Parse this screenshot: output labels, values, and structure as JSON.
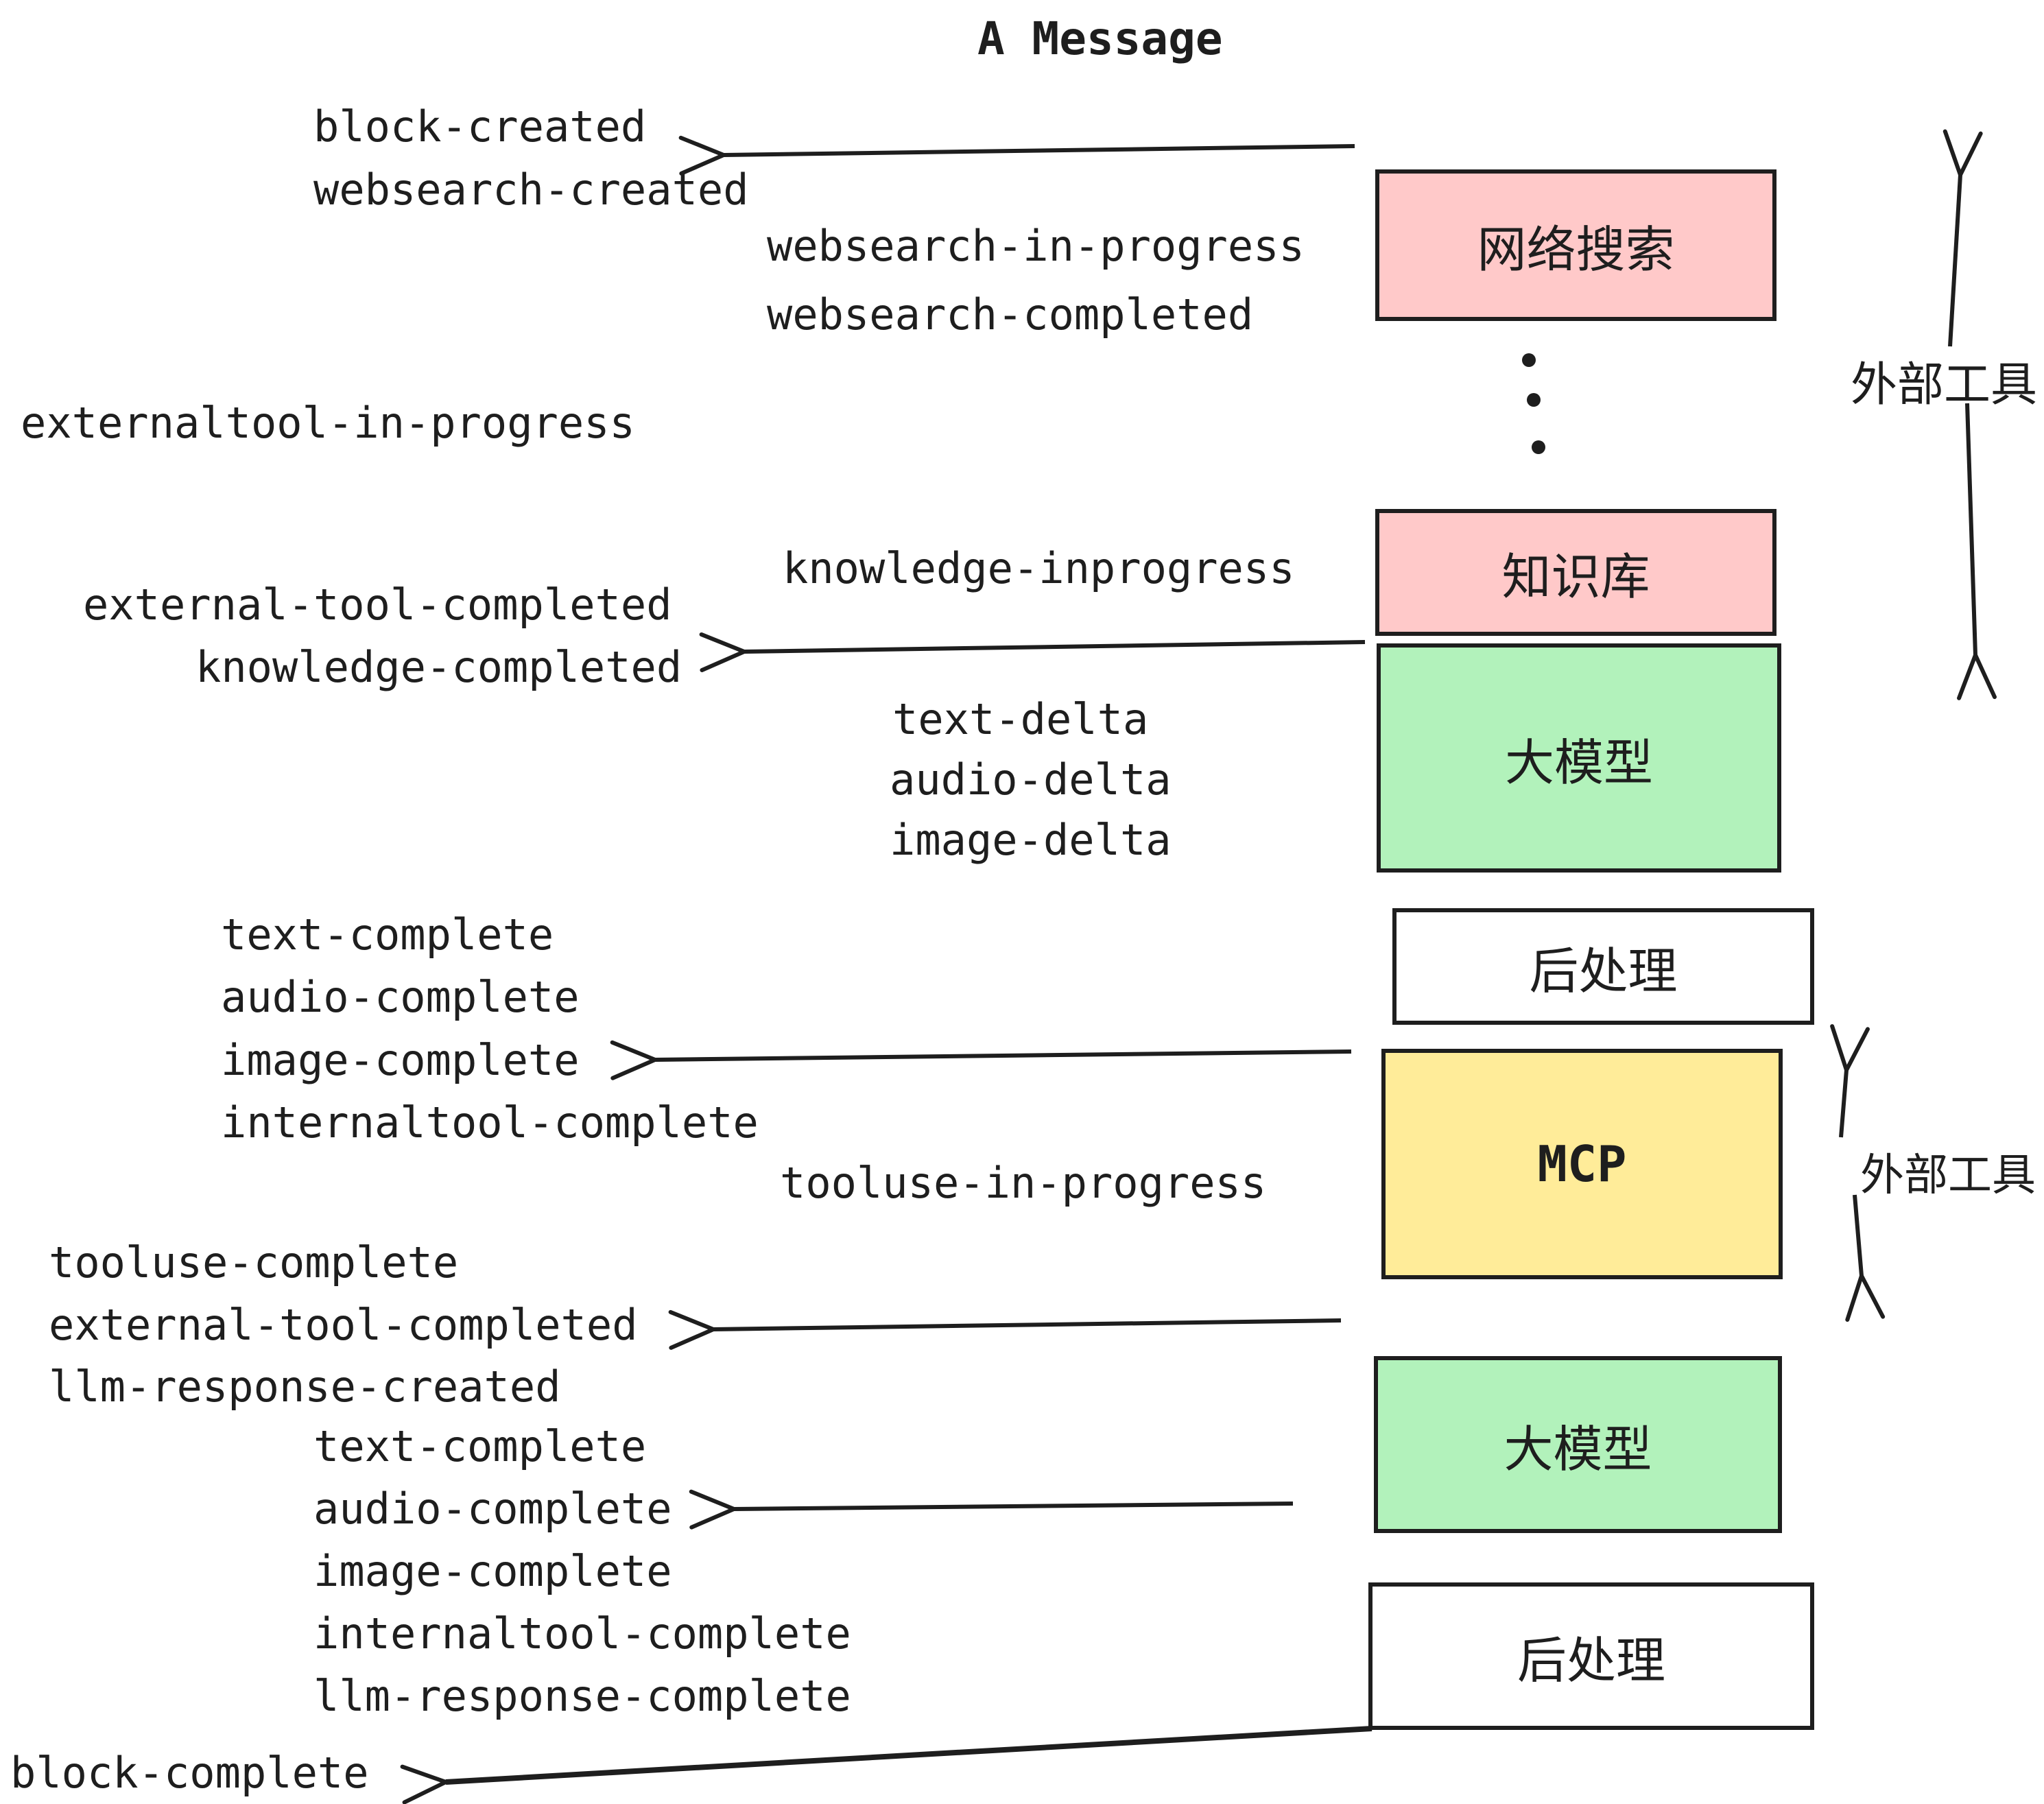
{
  "title": "A Message",
  "colors": {
    "stroke": "#1E1E1E",
    "pink_fill": "#FFC9C9",
    "green_fill": "#B2F2BB",
    "yellow_fill": "#FFEC99",
    "white_fill": "#FFFFFF"
  },
  "boxes": [
    {
      "id": "websearch",
      "label": "网络搜索",
      "color": "#FFC9C9"
    },
    {
      "id": "knowledge-base",
      "label": "知识库",
      "color": "#FFC9C9"
    },
    {
      "id": "llm-1",
      "label": "大模型",
      "color": "#B2F2BB"
    },
    {
      "id": "postprocess-1",
      "label": "后处理",
      "color": "#FFFFFF"
    },
    {
      "id": "mcp",
      "label": "MCP",
      "color": "#FFEC99"
    },
    {
      "id": "llm-2",
      "label": "大模型",
      "color": "#B2F2BB"
    },
    {
      "id": "postprocess-2",
      "label": "后处理",
      "color": "#FFFFFF"
    }
  ],
  "side_labels": {
    "external_tools_top": "外部工具",
    "external_tools_mid": "外部工具"
  },
  "events": {
    "block_created": "block-created",
    "websearch_created": "websearch-created",
    "websearch_in_progress": "websearch-in-progress",
    "websearch_completed": "websearch-completed",
    "externaltool_in_progress": "externaltool-in-progress",
    "knowledge_inprogress": "knowledge-inprogress",
    "external_tool_completed_1": "external-tool-completed",
    "knowledge_completed": "knowledge-completed",
    "text_delta_1": "text-delta",
    "audio_delta_1": "audio-delta",
    "image_delta_1": "image-delta",
    "text_complete_1": "text-complete",
    "audio_complete_1": "audio-complete",
    "image_complete_1": "image-complete",
    "internaltool_complete_1": "internaltool-complete",
    "tooluse_in_progress": "tooluse-in-progress",
    "tooluse_complete": "tooluse-complete",
    "external_tool_completed_2": "external-tool-completed",
    "llm_response_created": "llm-response-created",
    "text_complete_2": "text-complete",
    "audio_complete_2": "audio-complete",
    "image_complete_2": "image-complete",
    "internaltool_complete_2": "internaltool-complete",
    "llm_response_complete": "llm-response-complete",
    "block_complete": "block-complete"
  }
}
